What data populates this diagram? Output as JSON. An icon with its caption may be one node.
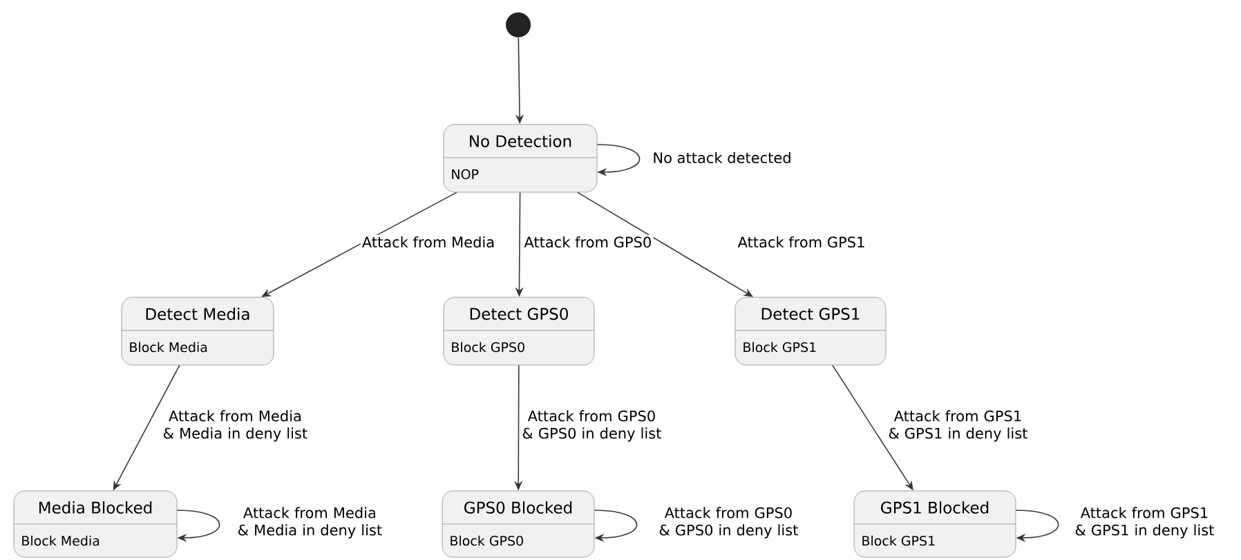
{
  "diagram": {
    "nodes": [
      {
        "text": [],
        "shape": "circle"
      },
      {
        "text": [
          "No Detection",
          "NOP"
        ]
      },
      {
        "text": [
          "Detect Media",
          "Block Media"
        ]
      },
      {
        "text": [
          "Detect GPS0",
          "Block GPS0"
        ]
      },
      {
        "text": [
          "Detect GPS1",
          "Block GPS1"
        ]
      },
      {
        "text": [
          "Media Blocked",
          "Block Media"
        ]
      },
      {
        "text": [
          "GPS0 Blocked",
          "Block GPS0"
        ]
      },
      {
        "text": [
          "GPS1 Blocked",
          "Block GPS1"
        ]
      }
    ],
    "edges": [
      {
        "from": 0,
        "to": 1,
        "arrow": "to"
      },
      {
        "from": 1,
        "to": 1,
        "arrow": "to",
        "label": "No attack detected"
      },
      {
        "from": 1,
        "to": 2,
        "arrow": "to",
        "label": "Attack from Media"
      },
      {
        "from": 1,
        "to": 3,
        "arrow": "to",
        "label": "Attack from GPS0"
      },
      {
        "from": 1,
        "to": 4,
        "arrow": "to",
        "label": "Attack from GPS1"
      },
      {
        "from": 2,
        "to": 5,
        "arrow": "to",
        "label": "Attack from Media & Media in deny list"
      },
      {
        "from": 5,
        "to": 5,
        "arrow": "to",
        "label": "Attack from Media & Media in deny list"
      },
      {
        "from": 3,
        "to": 6,
        "arrow": "to",
        "label": "Attack from GPS0 & GPS0 in deny list"
      },
      {
        "from": 6,
        "to": 6,
        "arrow": "to",
        "label": "Attack from GPS0 & GPS0 in deny list"
      },
      {
        "from": 4,
        "to": 7,
        "arrow": "to",
        "label": "Attack from GPS1 & GPS1 in deny list"
      },
      {
        "from": 7,
        "to": 7,
        "arrow": "to",
        "label": "Attack from GPS1 & GPS1 in deny list"
      }
    ]
  }
}
